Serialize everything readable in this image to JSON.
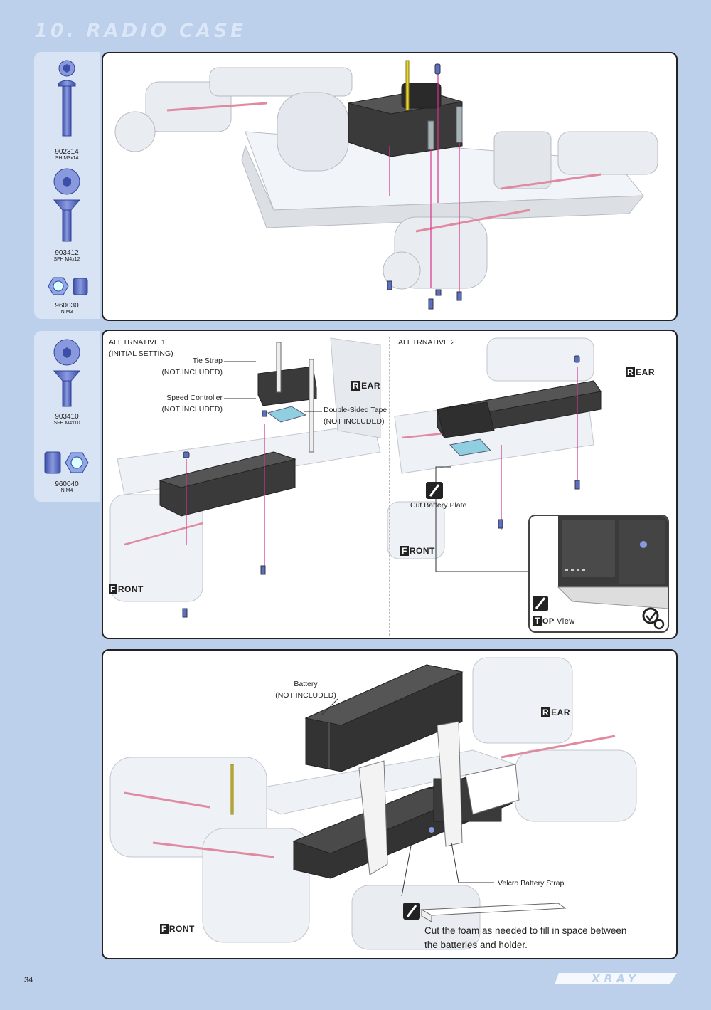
{
  "section": {
    "title": "10. RADIO CASE"
  },
  "page_number": "34",
  "brand": "XRAY",
  "parts_a": [
    {
      "code": "902314",
      "desc": "SH M3x14"
    },
    {
      "code": "903412",
      "desc": "SFH M4x12"
    },
    {
      "code": "960030",
      "desc": "N M3"
    }
  ],
  "parts_b": [
    {
      "code": "903410",
      "desc": "SFH M4x10"
    },
    {
      "code": "960040",
      "desc": "N M4"
    }
  ],
  "panel2": {
    "alt1_title": "ALETRNATIVE 1",
    "alt1_subtitle": "(INITIAL SETTING)",
    "alt2_title": "ALETRNATIVE 2",
    "tie_strap": "Tie Strap",
    "tie_strap_note": "(NOT INCLUDED)",
    "speed_controller": "Speed Controller",
    "speed_controller_note": "(NOT INCLUDED)",
    "tape": "Double-Sided Tape",
    "tape_note": "(NOT INCLUDED)",
    "cut_plate": "Cut Battery Plate",
    "top_view_cap": "T",
    "top_view_rest": "OP",
    "top_view_word": "View",
    "rear_cap": "R",
    "rear_rest": "EAR",
    "front_cap": "F",
    "front_rest": "RONT"
  },
  "panel3": {
    "battery": "Battery",
    "battery_note": "(NOT INCLUDED)",
    "strap": "Velcro Battery Strap",
    "foam_line1": "Cut the foam as needed to fill in space between",
    "foam_line2": "the batteries and holder.",
    "rear_cap": "R",
    "rear_rest": "EAR",
    "front_cap": "F",
    "front_rest": "RONT"
  },
  "colors": {
    "background": "#bcd0ec",
    "pointer": "#d6338a",
    "screw": "#5a6fc0",
    "case": "#333333",
    "tape": "#8fcfe0"
  }
}
